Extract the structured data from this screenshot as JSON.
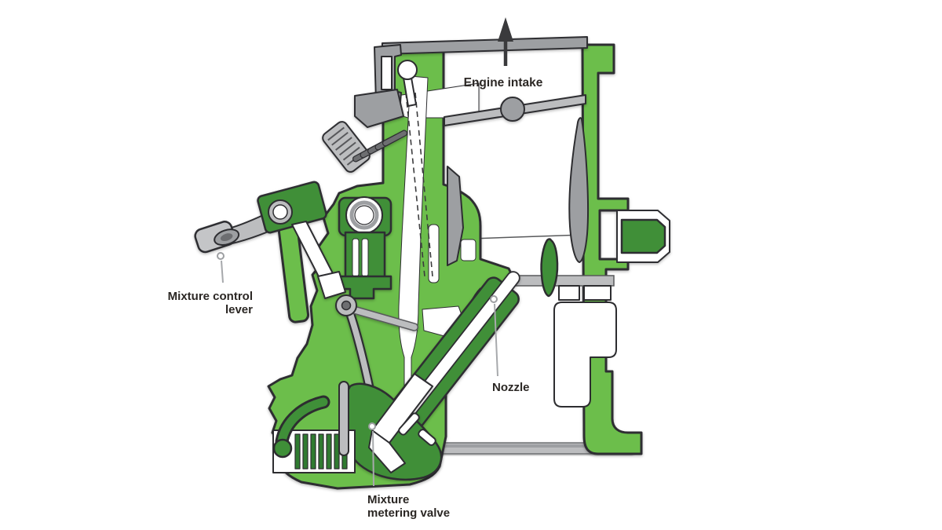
{
  "diagram": {
    "labels": {
      "engine_intake": "Engine intake",
      "mixture_control_lever_line1": "Mixture control",
      "mixture_control_lever_line2": "lever",
      "nozzle": "Nozzle",
      "mixture_metering_valve_line1": "Mixture",
      "mixture_metering_valve_line2": "metering valve"
    },
    "icons": {
      "engine_intake_arrow": "up-arrow-icon"
    },
    "colors": {
      "background": "#ffffff",
      "body_green": "#6cbe4b",
      "dark_green": "#3f8f38",
      "deep_green": "#2f7b30",
      "metal_light": "#bcbdbf",
      "metal_mid": "#9d9fa2",
      "metal_dark": "#6d6e71",
      "outline": "#2d2d30",
      "leader": "#a7a9ac",
      "arrow": "#3a3a3c",
      "text": "#2b2724"
    }
  }
}
